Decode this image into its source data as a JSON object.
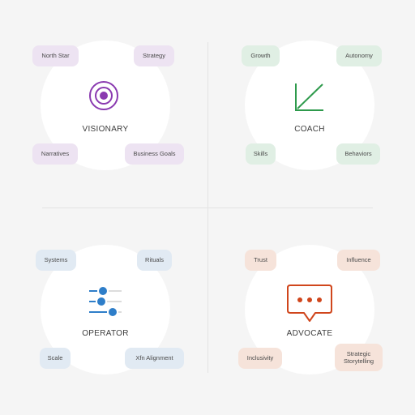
{
  "colors": {
    "visionary": "#8a3ab0",
    "coach": "#2e9a4c",
    "operator": "#2e7ec9",
    "advocate": "#d0461c"
  },
  "quadrants": [
    {
      "role": "VISIONARY",
      "icon": "target-icon",
      "tags": [
        "North Star",
        "Strategy",
        "Narratives",
        "Business Goals"
      ]
    },
    {
      "role": "COACH",
      "icon": "growth-chart-icon",
      "tags": [
        "Growth",
        "Autonomy",
        "Skills",
        "Behaviors"
      ]
    },
    {
      "role": "OPERATOR",
      "icon": "sliders-icon",
      "tags": [
        "Systems",
        "Rituals",
        "Scale",
        "Xfn Alignment"
      ]
    },
    {
      "role": "ADVOCATE",
      "icon": "speech-bubble-icon",
      "tags": [
        "Trust",
        "Influence",
        "Inclusivity",
        "Strategic Storytelling"
      ]
    }
  ]
}
